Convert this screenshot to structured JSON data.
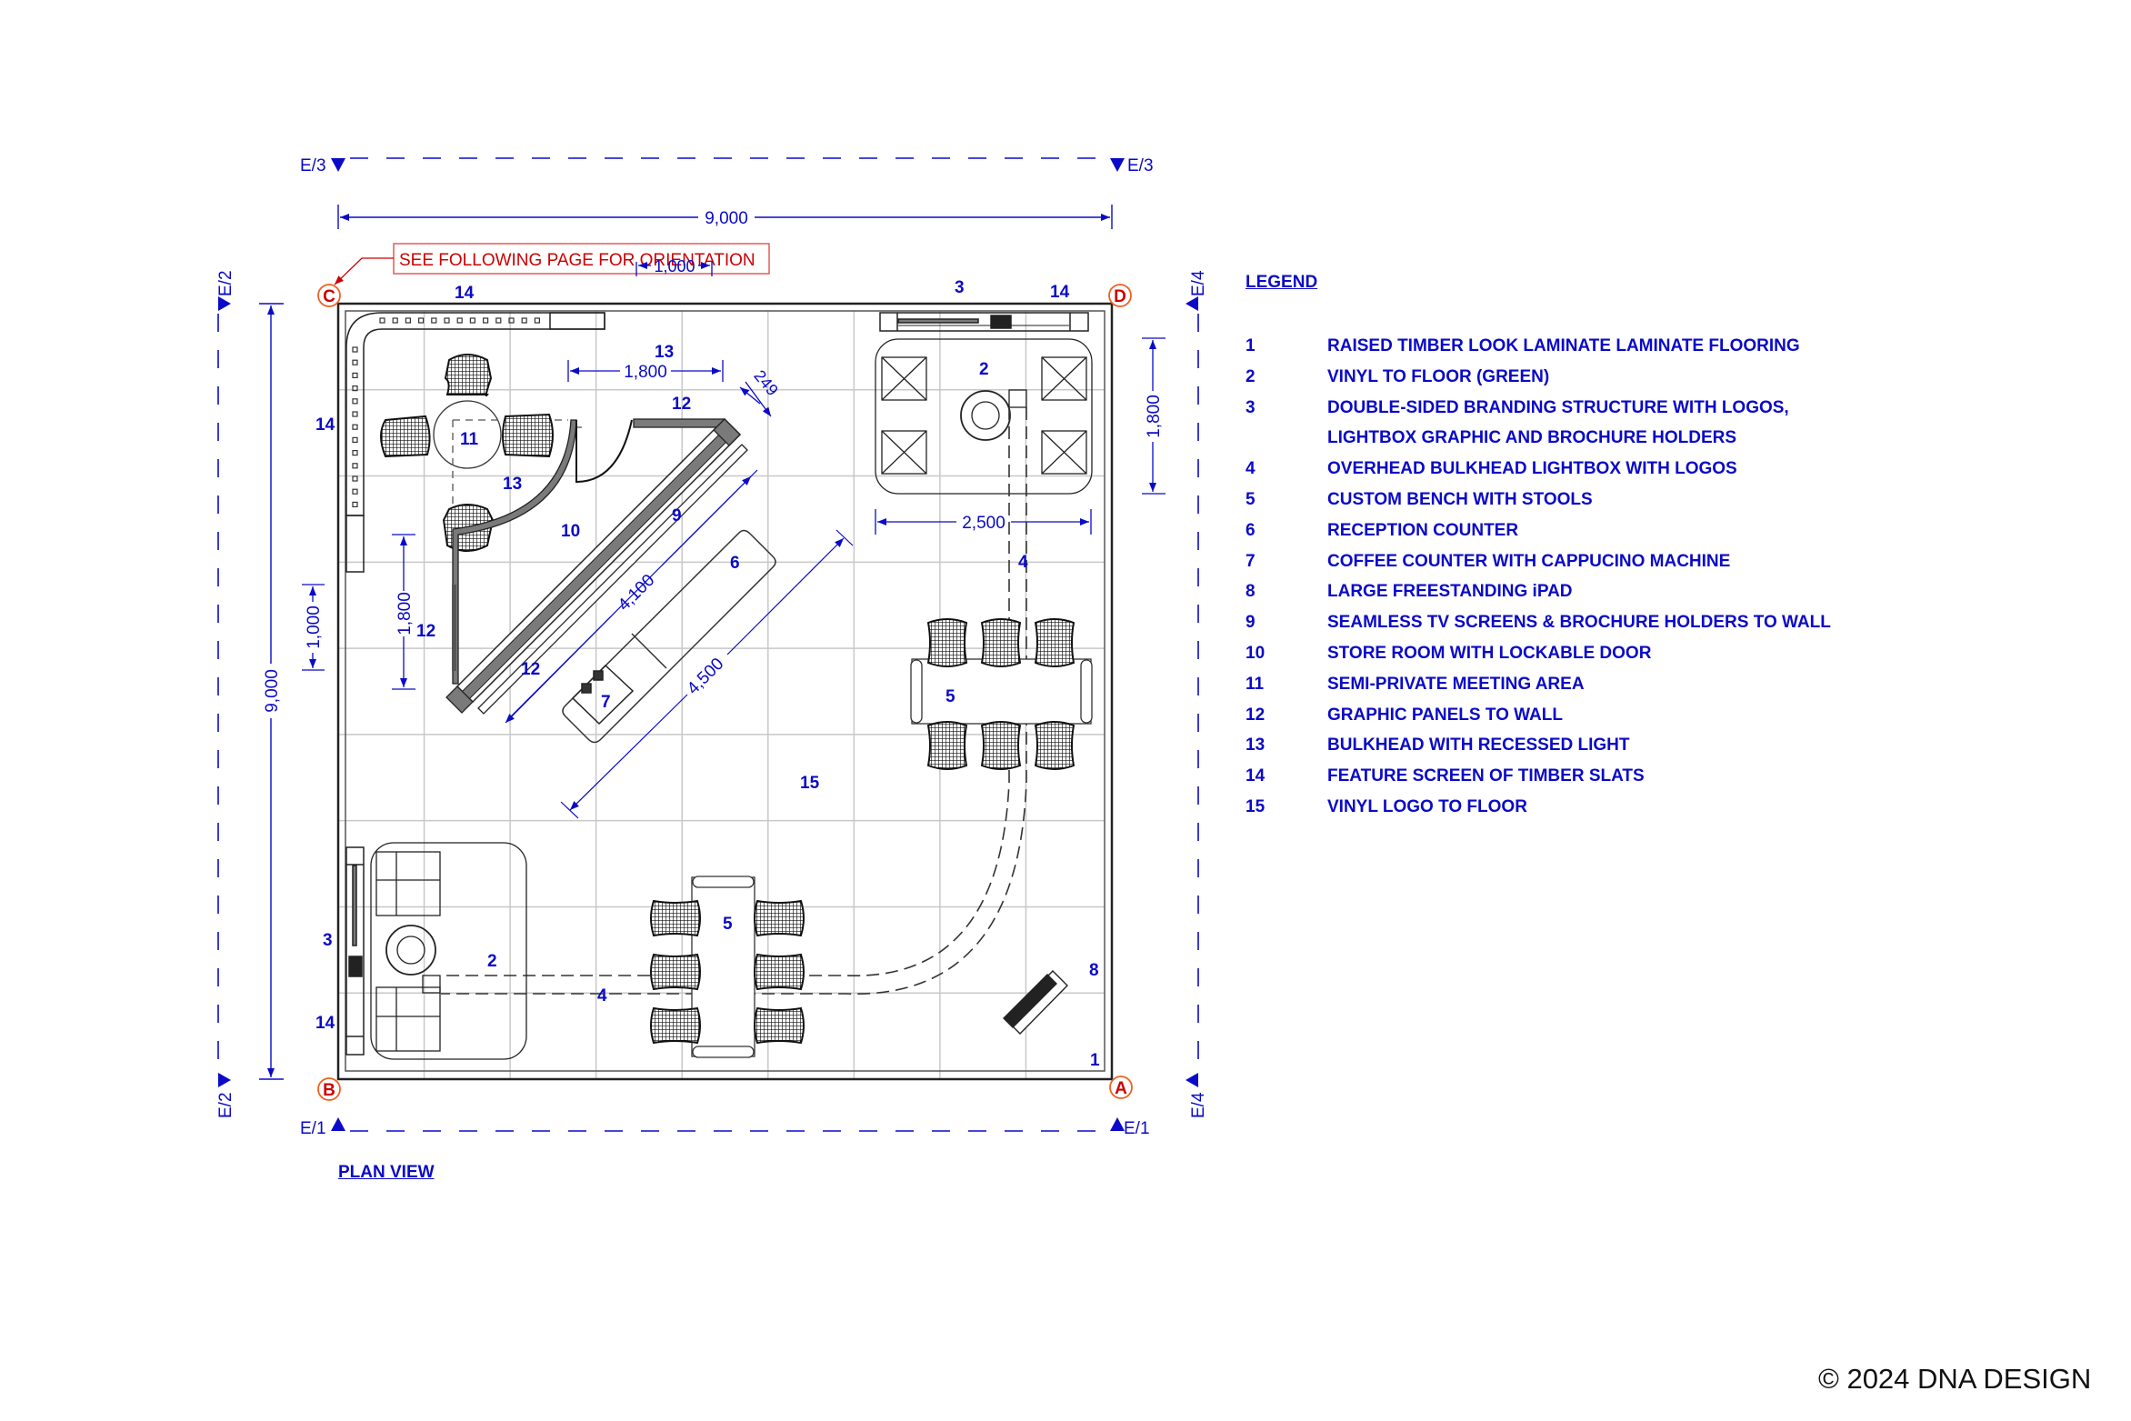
{
  "drawing": {
    "view_title": "PLAN VIEW",
    "copyright": "© 2024 DNA DESIGN",
    "orientation_note": "SEE FOLLOWING PAGE FOR ORIENTATION",
    "corners": {
      "a": "A",
      "b": "B",
      "c": "C",
      "d": "D"
    },
    "elevation_markers": {
      "top": "E/3",
      "bottom": "E/1",
      "left": "E/2",
      "right": "E/4"
    },
    "dimensions": {
      "overall_width": "9,000",
      "overall_depth": "9,000",
      "bulkhead_width": "1,000",
      "bulkhead_13_width": "1,800",
      "wall_thickness": "249",
      "lounge_width": "2,500",
      "lounge_depth": "1,800",
      "left_wall_length": "1,800",
      "left_panel_length": "1,000",
      "tv_wall_length": "4,100",
      "counter_length": "4,500"
    },
    "plan_labels": {
      "l14_top": "14",
      "l14_top_right": "14",
      "l3_top": "3",
      "l14_left": "14",
      "l13_top": "13",
      "l13_mid": "13",
      "l12_top": "12",
      "l11": "11",
      "l10": "10",
      "l9": "9",
      "l6": "6",
      "l7": "7",
      "l12_left": "12",
      "l12_diag": "12",
      "l2_top": "2",
      "l4_right": "4",
      "l5_right": "5",
      "l15": "15",
      "l3_left": "3",
      "l14_bottom_left": "14",
      "l2_bottom": "2",
      "l4_bottom": "4",
      "l5_bottom": "5",
      "l8": "8",
      "l1": "1"
    }
  },
  "legend": {
    "title": "LEGEND",
    "items": [
      {
        "num": "1",
        "text": "RAISED TIMBER LOOK LAMINATE LAMINATE FLOORING"
      },
      {
        "num": "2",
        "text": "VINYL TO FLOOR (GREEN)"
      },
      {
        "num": "3",
        "text": "DOUBLE-SIDED BRANDING STRUCTURE WITH LOGOS,"
      },
      {
        "num": "",
        "text": "LIGHTBOX GRAPHIC AND BROCHURE HOLDERS"
      },
      {
        "num": "4",
        "text": "OVERHEAD BULKHEAD LIGHTBOX WITH LOGOS"
      },
      {
        "num": "5",
        "text": "CUSTOM BENCH WITH STOOLS"
      },
      {
        "num": "6",
        "text": "RECEPTION COUNTER"
      },
      {
        "num": "7",
        "text": "COFFEE COUNTER WITH CAPPUCINO MACHINE"
      },
      {
        "num": "8",
        "text": "LARGE FREESTANDING iPAD"
      },
      {
        "num": "9",
        "text": "SEAMLESS TV SCREENS & BROCHURE HOLDERS TO WALL"
      },
      {
        "num": "10",
        "text": "STORE ROOM WITH LOCKABLE DOOR"
      },
      {
        "num": "11",
        "text": "SEMI-PRIVATE MEETING AREA"
      },
      {
        "num": "12",
        "text": "GRAPHIC PANELS TO WALL"
      },
      {
        "num": "13",
        "text": "BULKHEAD WITH RECESSED LIGHT"
      },
      {
        "num": "14",
        "text": "FEATURE SCREEN OF TIMBER SLATS"
      },
      {
        "num": "15",
        "text": "VINYL LOGO TO FLOOR"
      }
    ]
  },
  "colors": {
    "annotation": "#0a0ac8",
    "corner_marker": "#cc0000",
    "corner_ring": "#f06020",
    "linework": "#222222",
    "grid": "#c8c8c8",
    "wall_fill": "#7a7a7a"
  }
}
